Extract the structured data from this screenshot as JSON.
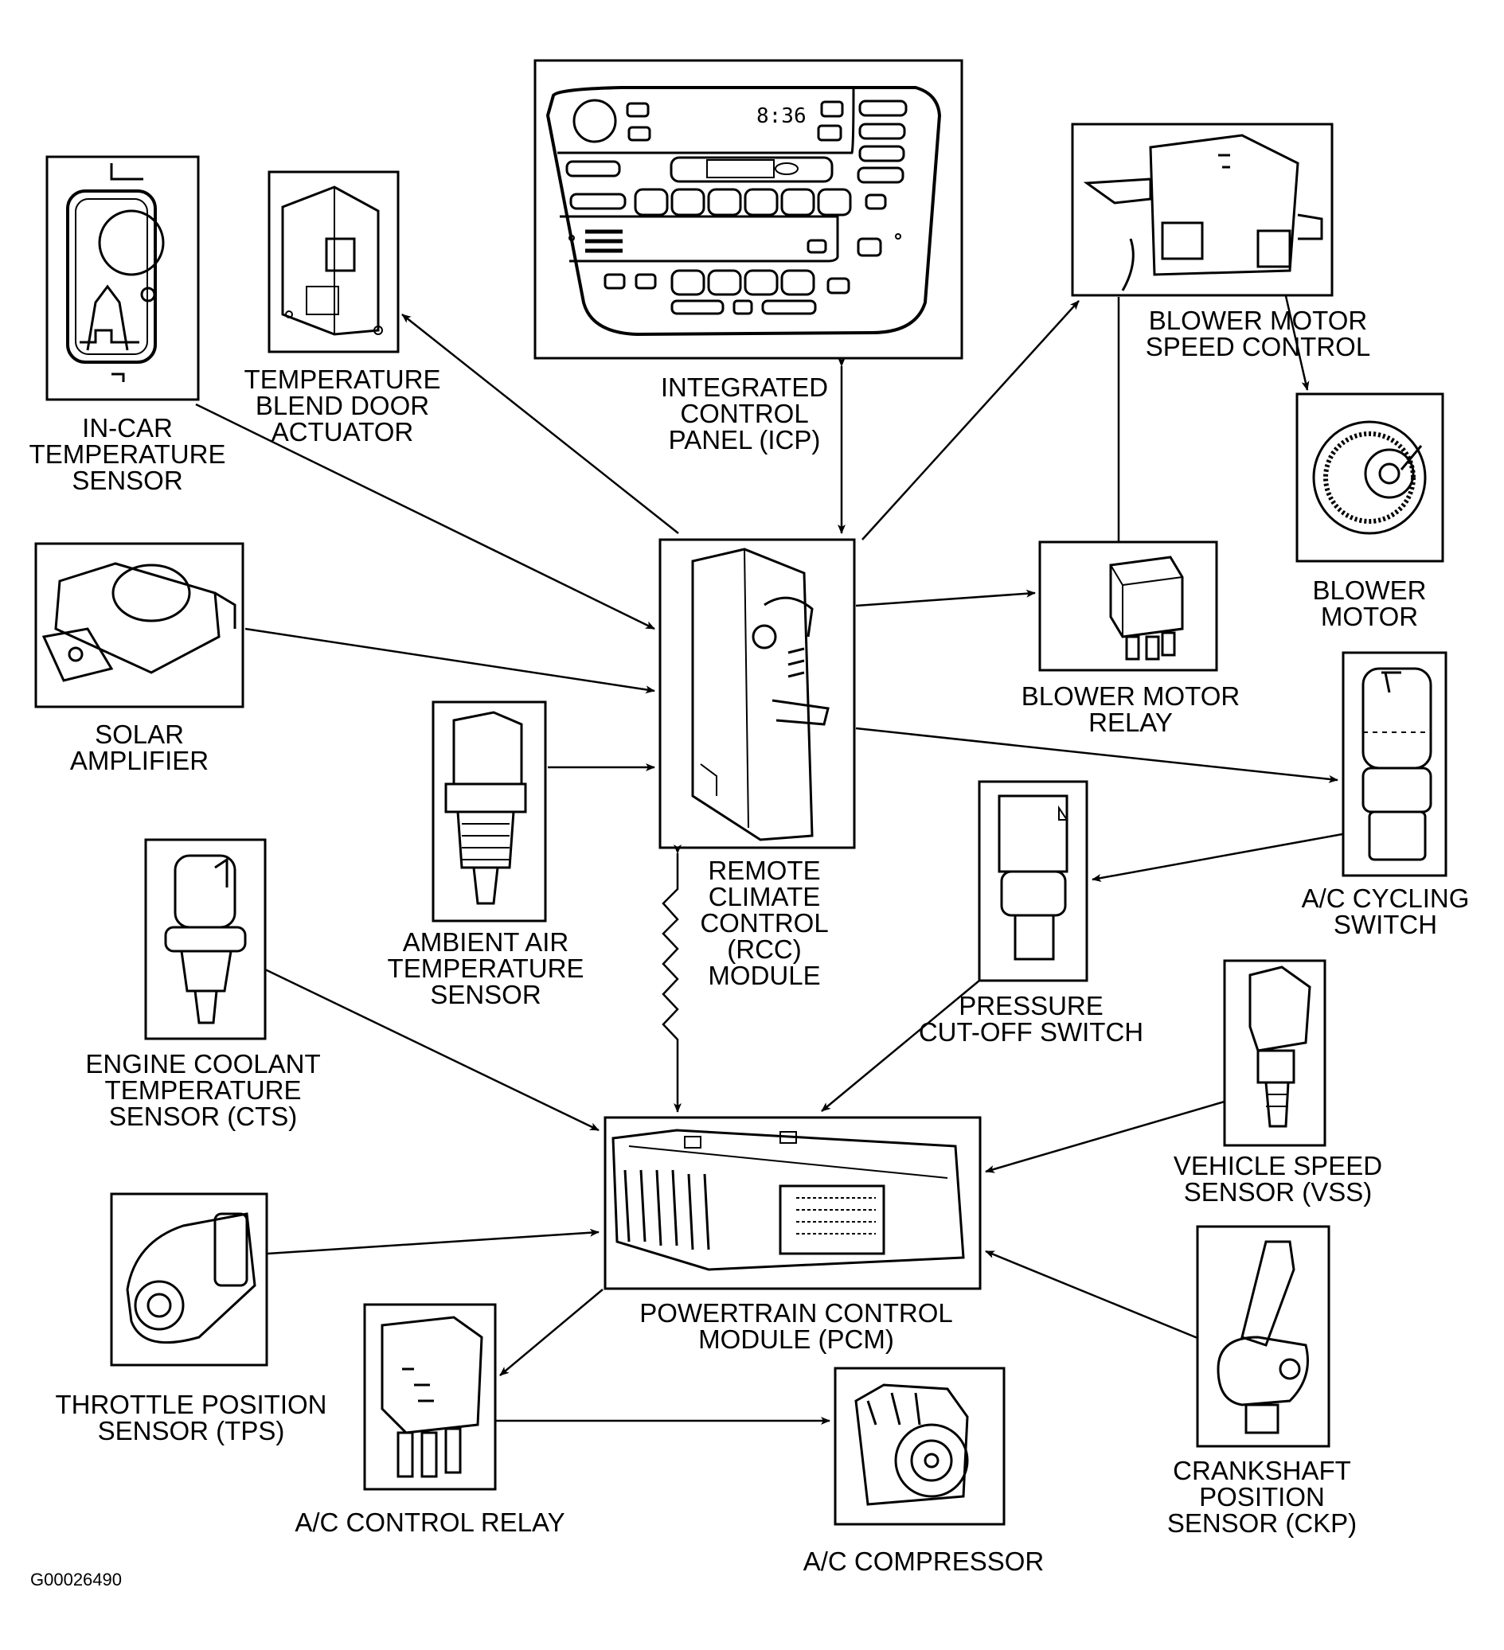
{
  "diagram": {
    "type": "component-relationship",
    "figure_id": "G00026490",
    "icp_clock_display": "8:36",
    "components": [
      {
        "id": "icp",
        "label": "INTEGRATED\nCONTROL\nPANEL (ICP)"
      },
      {
        "id": "rcc",
        "label": "REMOTE\nCLIMATE\nCONTROL\n(RCC)\nMODULE"
      },
      {
        "id": "pcm",
        "label": "POWERTRAIN CONTROL\nMODULE (PCM)"
      },
      {
        "id": "in_car_temp",
        "label": "IN-CAR\nTEMPERATURE\nSENSOR"
      },
      {
        "id": "blend_door",
        "label": "TEMPERATURE\nBLEND DOOR\nACTUATOR"
      },
      {
        "id": "solar",
        "label": "SOLAR\nAMPLIFIER"
      },
      {
        "id": "ambient",
        "label": "AMBIENT AIR\nTEMPERATURE\nSENSOR"
      },
      {
        "id": "cts",
        "label": "ENGINE COOLANT\nTEMPERATURE\nSENSOR (CTS)"
      },
      {
        "id": "tps",
        "label": "THROTTLE POSITION\nSENSOR (TPS)"
      },
      {
        "id": "ac_relay",
        "label": "A/C CONTROL RELAY"
      },
      {
        "id": "ac_compressor",
        "label": "A/C COMPRESSOR"
      },
      {
        "id": "blower_speed",
        "label": "BLOWER MOTOR\nSPEED CONTROL"
      },
      {
        "id": "blower_motor",
        "label": "BLOWER\nMOTOR"
      },
      {
        "id": "blower_relay",
        "label": "BLOWER MOTOR\nRELAY"
      },
      {
        "id": "ac_cycling",
        "label": "A/C CYCLING\nSWITCH"
      },
      {
        "id": "pressure",
        "label": "PRESSURE\nCUT-OFF SWITCH"
      },
      {
        "id": "vss",
        "label": "VEHICLE SPEED\nSENSOR (VSS)"
      },
      {
        "id": "ckp",
        "label": "CRANKSHAFT\nPOSITION\nSENSOR (CKP)"
      }
    ],
    "connections": [
      {
        "from": "in_car_temp",
        "to": "rcc",
        "kind": "one-way"
      },
      {
        "from": "rcc",
        "to": "blend_door",
        "kind": "one-way"
      },
      {
        "from": "icp",
        "to": "rcc",
        "kind": "bidirectional"
      },
      {
        "from": "rcc",
        "to": "blower_speed",
        "kind": "one-way"
      },
      {
        "from": "blower_speed",
        "to": "blower_motor",
        "kind": "one-way"
      },
      {
        "from": "blower_relay",
        "to": "blower_speed",
        "kind": "line"
      },
      {
        "from": "rcc",
        "to": "blower_relay",
        "kind": "one-way"
      },
      {
        "from": "solar",
        "to": "rcc",
        "kind": "one-way"
      },
      {
        "from": "ambient",
        "to": "rcc",
        "kind": "one-way"
      },
      {
        "from": "rcc",
        "to": "ac_cycling",
        "kind": "one-way"
      },
      {
        "from": "ac_cycling",
        "to": "pressure",
        "kind": "one-way"
      },
      {
        "from": "rcc",
        "to": "pcm",
        "kind": "bidirectional-serial"
      },
      {
        "from": "pressure",
        "to": "pcm",
        "kind": "one-way"
      },
      {
        "from": "cts",
        "to": "pcm",
        "kind": "one-way"
      },
      {
        "from": "vss",
        "to": "pcm",
        "kind": "one-way"
      },
      {
        "from": "tps",
        "to": "pcm",
        "kind": "one-way"
      },
      {
        "from": "ckp",
        "to": "pcm",
        "kind": "one-way"
      },
      {
        "from": "pcm",
        "to": "ac_relay",
        "kind": "one-way"
      },
      {
        "from": "ac_relay",
        "to": "ac_compressor",
        "kind": "one-way"
      }
    ]
  }
}
